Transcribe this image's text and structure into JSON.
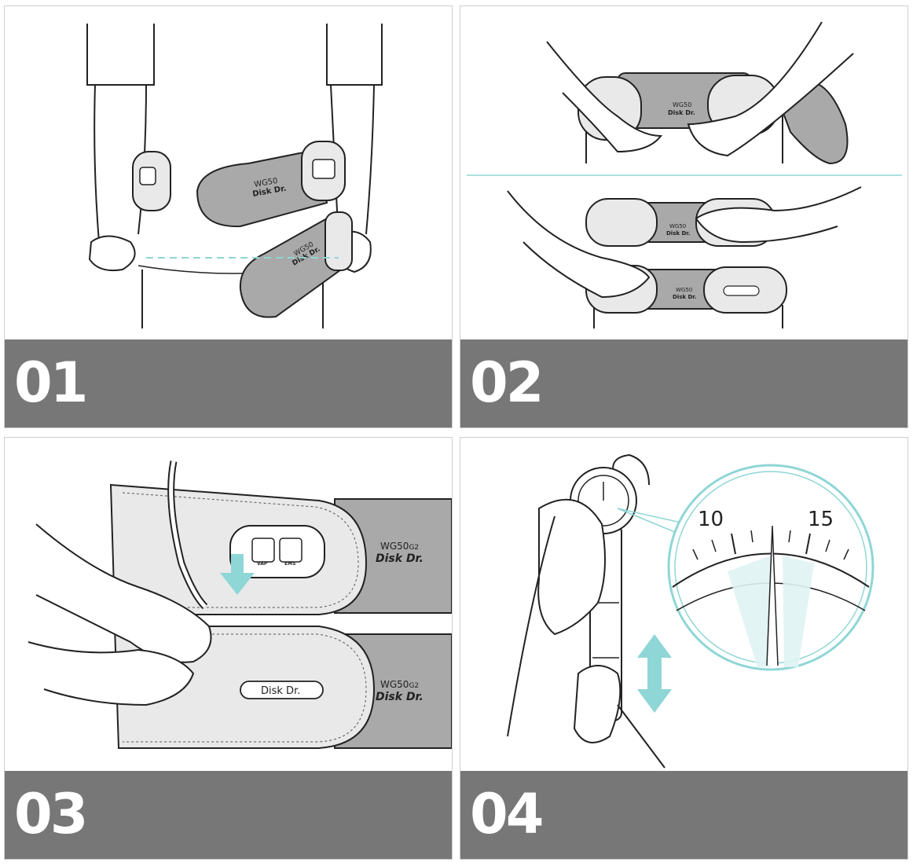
{
  "steps": [
    {
      "number": "01"
    },
    {
      "number": "02"
    },
    {
      "number": "03"
    },
    {
      "number": "04"
    }
  ],
  "belt": {
    "model": "WG50",
    "model_suffix": "G2",
    "brand": "Disk Dr.",
    "badge_left": "VAP",
    "badge_right": "EMS"
  },
  "gauge": {
    "tick_left": "10",
    "tick_right": "15"
  },
  "colors": {
    "step_bar": "#777777",
    "accent_teal": "#8fd6d6",
    "belt_gray": "#a9a9a9",
    "belt_light": "#e9e9e9",
    "line": "#222222"
  }
}
